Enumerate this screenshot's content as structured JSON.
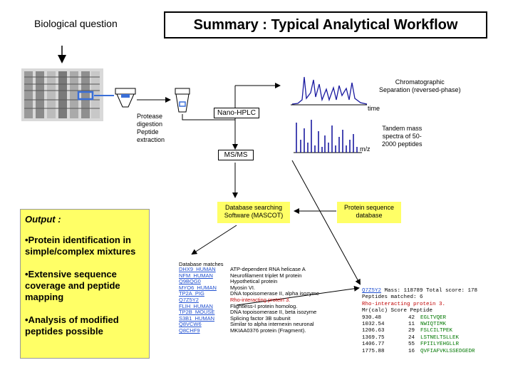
{
  "title": "Summary : Typical Analytical Workflow",
  "bio_question": "Biological question",
  "labels": {
    "protease": [
      "Protease",
      "digestion",
      "Peptide",
      "extraction"
    ],
    "nano_hplc": "Nano-HPLC",
    "ms_ms": "MS/MS",
    "chrom_sep": [
      "Chromatographic",
      "Separation (reversed-phase)"
    ],
    "time": "time",
    "mz": "m/z",
    "tandem": [
      "Tandem mass",
      "spectra of 50-",
      "2000 peptides"
    ]
  },
  "output": {
    "title": "Output :",
    "bullets": [
      "•Protein identification in simple/complex mixtures",
      "•Extensive sequence coverage and peptide mapping",
      "•Analysis of modified peptides possible"
    ]
  },
  "db_search": [
    "Database searching",
    "Software (MASCOT)"
  ],
  "protein_db": [
    "Protein sequence",
    "database"
  ],
  "matches": {
    "header": "Database matches",
    "rows": [
      {
        "acc": "DHX9_HUMAN",
        "desc": "ATP-dependent RNA helicase A",
        "highlight": false
      },
      {
        "acc": "NFM_HUMAN",
        "desc": "Neurofilament triplet M protein",
        "highlight": false
      },
      {
        "acc": "Q9BQG0",
        "desc": "Hypothetical protein",
        "highlight": false
      },
      {
        "acc": "MYO6_HUMAN",
        "desc": "Myosin VI.",
        "highlight": false
      },
      {
        "acc": "TP2A_PIG",
        "desc": "DNA topoisomerase II, alpha isozyme",
        "highlight": false
      },
      {
        "acc": "Q7Z5Y2",
        "desc": "Rho-interacting protein 3.",
        "highlight": true
      },
      {
        "acc": "FLIH_HUMAN",
        "desc": "Flightless-I protein homolog.",
        "highlight": false
      },
      {
        "acc": "TP2B_MOUSE",
        "desc": "DNA topoisomerase II, beta isozyme",
        "highlight": false
      },
      {
        "acc": "S3B1_HUMAN",
        "desc": "Splicing factor 3B subunit",
        "highlight": false
      },
      {
        "acc": "Q8VCW6",
        "desc": "Similar to alpha internexin neuronal",
        "highlight": false
      },
      {
        "acc": "Q8CHF9",
        "desc": "MKIAA0376 protein (Fragment).",
        "highlight": false
      }
    ]
  },
  "result": {
    "acc": "Q7Z5Y2",
    "head1_rest": " Mass: 118789 Total score: 178",
    "head2": "Peptides matched: 6",
    "name": "Rho-interacting protein 3.",
    "cols": "Mr(calc) Score Peptide",
    "peptides": [
      {
        "mr": "930.48",
        "score": "42",
        "seq": "EGLTVQER"
      },
      {
        "mr": "1032.54",
        "score": "11",
        "seq": "NWIQTIMK"
      },
      {
        "mr": "1206.63",
        "score": "29",
        "seq": "FSLCILTPEK"
      },
      {
        "mr": "1369.75",
        "score": "24",
        "seq": "LSTNELTSLLEK"
      },
      {
        "mr": "1406.77",
        "score": "55",
        "seq": "FPIILYEHGLLR"
      },
      {
        "mr": "1775.88",
        "score": "16",
        "seq": "QVFIAFVKLSSEDGEDR"
      }
    ]
  },
  "colors": {
    "yellow": "#ffff66",
    "link": "#1f4fd0",
    "highlight_red": "#c00000",
    "peptide_green": "#007700",
    "tube_blue": "#3a6fd8"
  }
}
